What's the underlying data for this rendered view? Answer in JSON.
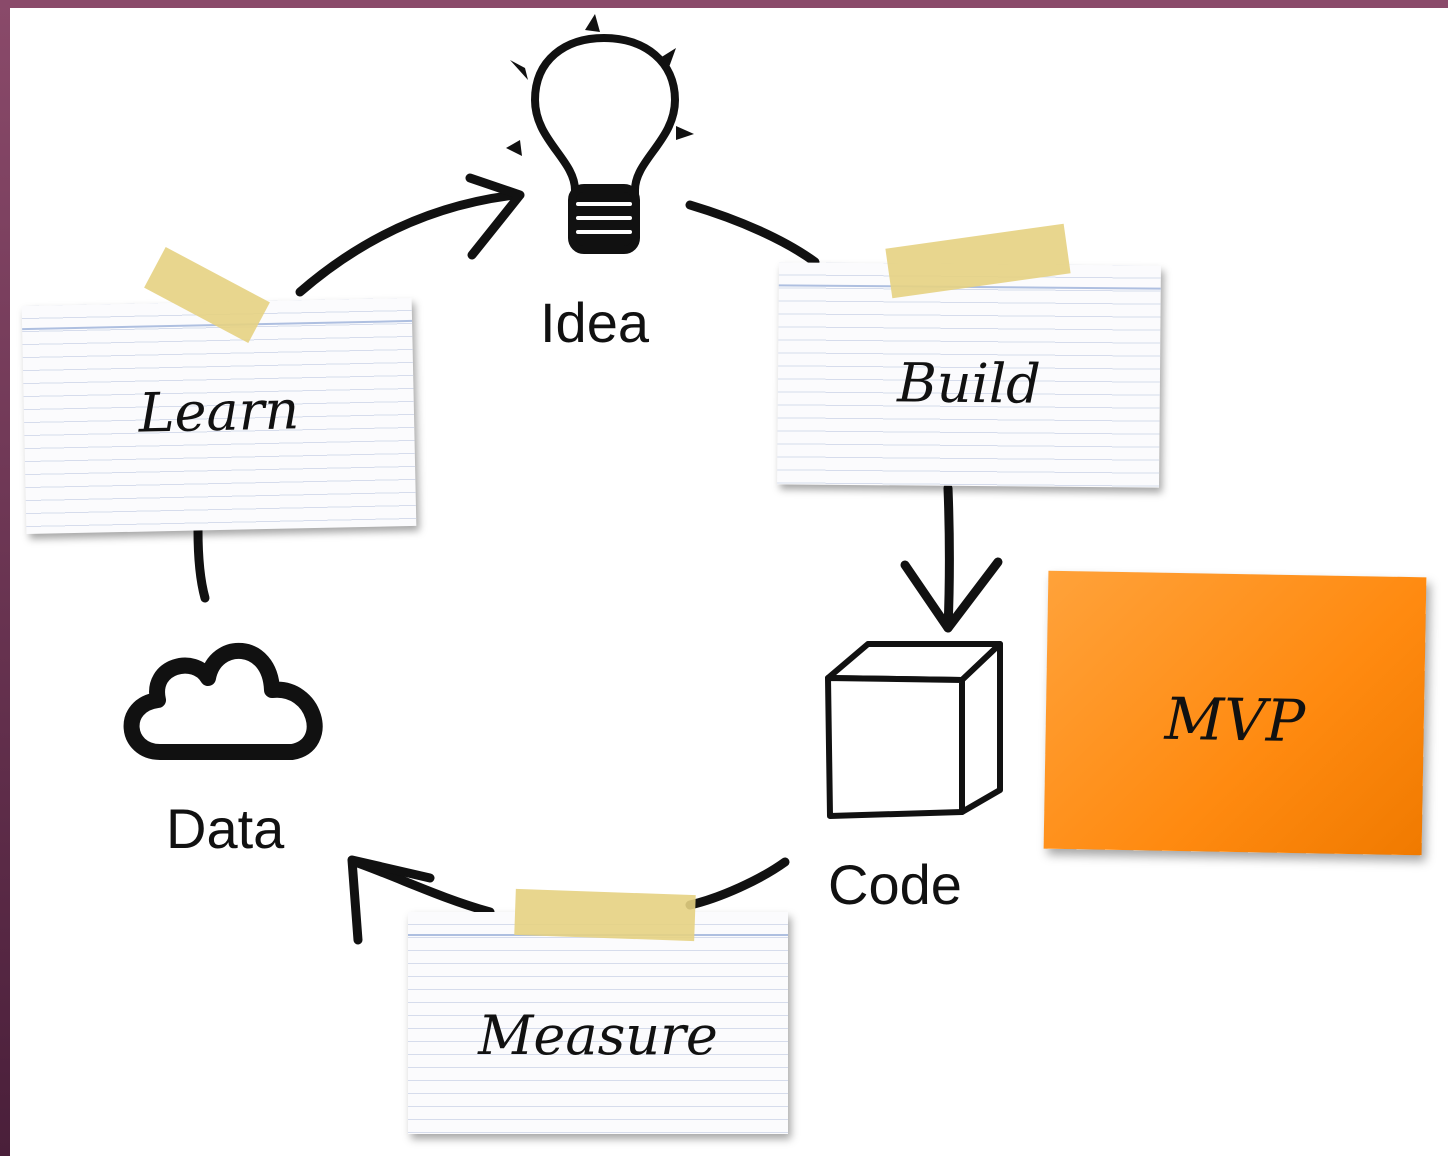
{
  "nodes": {
    "idea": "Idea",
    "code": "Code",
    "data": "Data"
  },
  "cards": {
    "learn": "Learn",
    "build": "Build",
    "measure": "Measure"
  },
  "sticky": {
    "mvp": "MVP"
  },
  "colors": {
    "frame": "#6b3a55",
    "sticky": "#ff8a10",
    "tape": "#e6d282",
    "stroke": "#111111"
  }
}
